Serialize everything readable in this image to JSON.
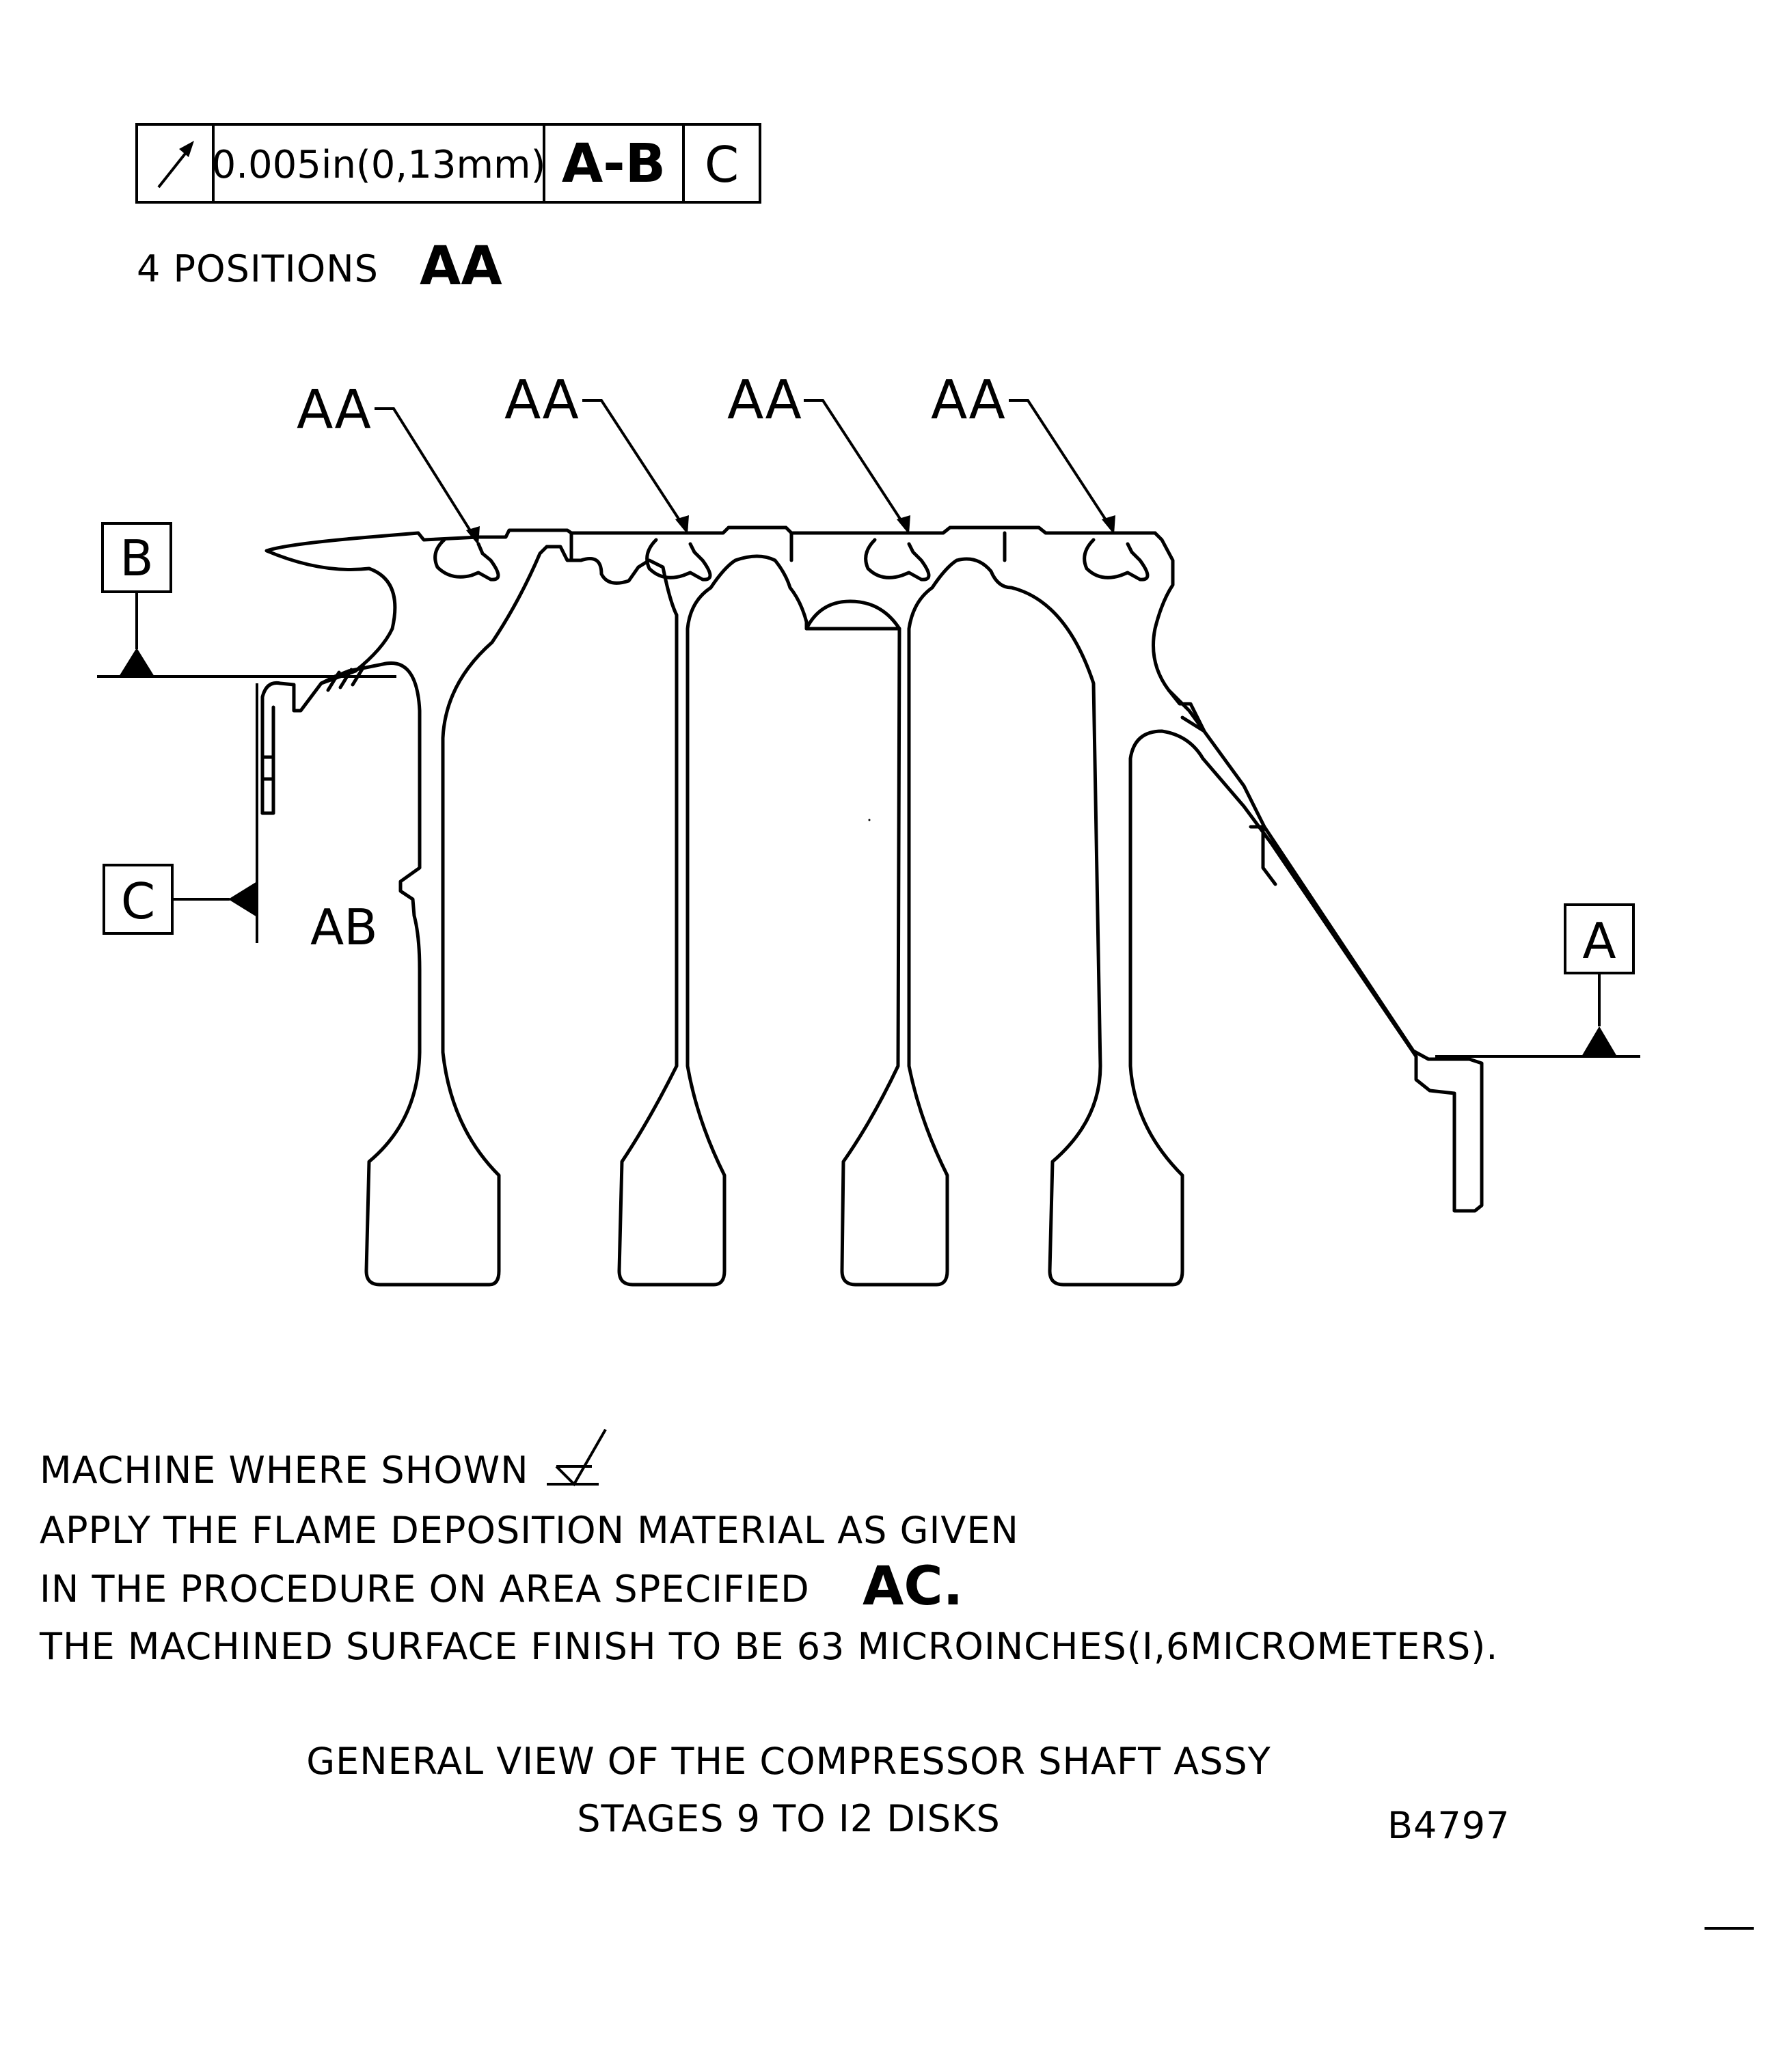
{
  "feature_control_frame": {
    "symbol": "circular-runout-arrow-icon",
    "tolerance": "0.005in(0,13mm)",
    "datum_primary": "A-B",
    "datum_secondary": "C"
  },
  "positions_note": {
    "text": "4 POSITIONS",
    "ref": "AA"
  },
  "callouts": {
    "aa": [
      "AA",
      "AA",
      "AA",
      "AA"
    ],
    "ab": "AB"
  },
  "datums": {
    "a": "A",
    "b": "B",
    "c": "C"
  },
  "notes": {
    "line1": "MACHINE WHERE SHOWN",
    "machine_symbol": "machining-surface-symbol-icon",
    "line2": "APPLY THE FLAME DEPOSITION MATERIAL AS GIVEN",
    "line3": "IN THE PROCEDURE ON AREA SPECIFIED",
    "line3_ref": "AC.",
    "line4": "THE MACHINED SURFACE FINISH TO BE 63 MICROINCHES(I,6MICROMETERS)."
  },
  "caption": {
    "line1": "GENERAL VIEW OF THE COMPRESSOR SHAFT ASSY",
    "line2": "STAGES 9 TO I2 DISKS",
    "figure_id": "B4797"
  }
}
